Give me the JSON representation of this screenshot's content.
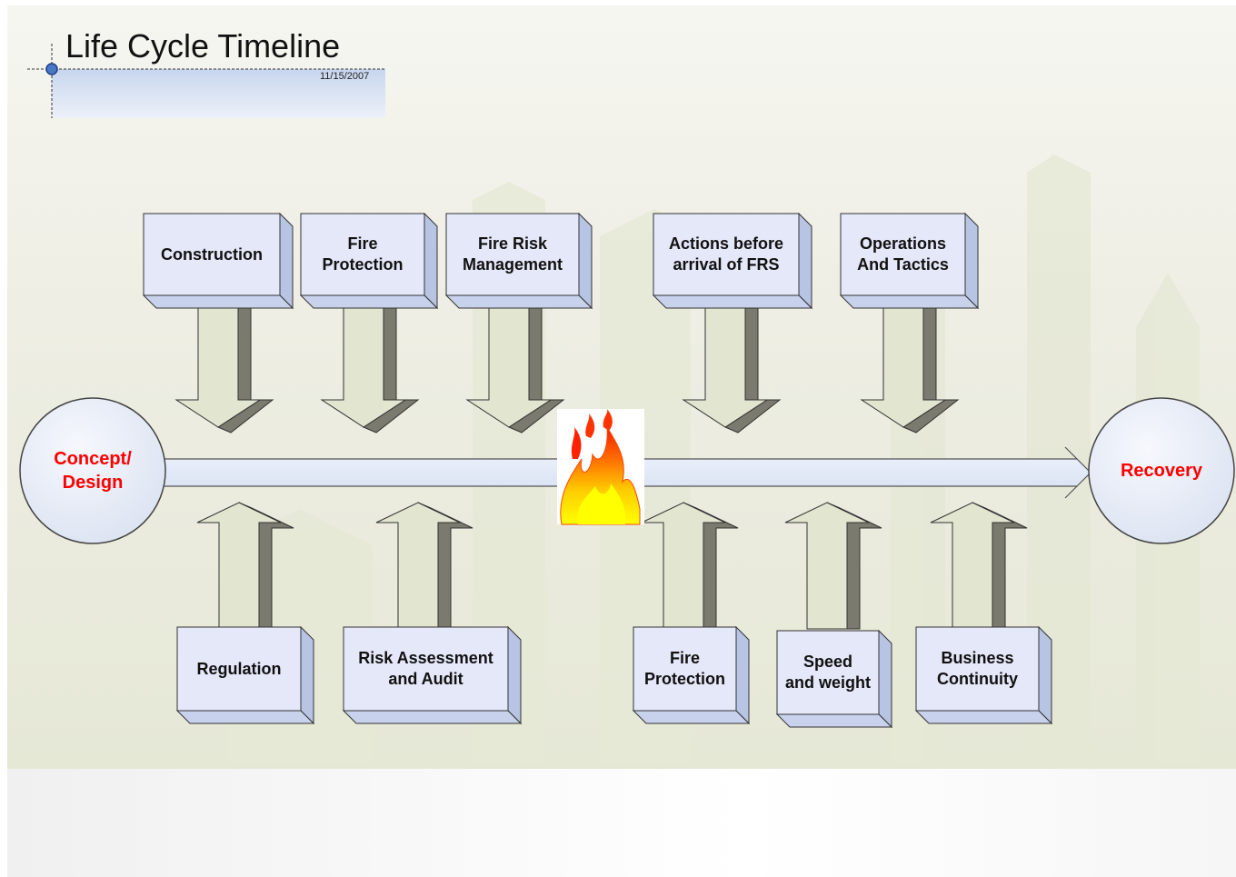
{
  "title": "Life Cycle Timeline",
  "date": "11/15/2007",
  "start_node": "Concept/\nDesign",
  "end_node": "Recovery",
  "fire_icon": "fire-icon",
  "top_boxes": [
    "Construction",
    "Fire\nProtection",
    "Fire Risk\nManagement",
    "Actions before\narrival of FRS",
    "Operations\nAnd Tactics"
  ],
  "bottom_boxes": [
    "Regulation",
    "Risk Assessment\nand Audit",
    "Fire\nProtection",
    "Speed\nand weight",
    "Business\nContinuity"
  ],
  "colors": {
    "node_text": "#ff0000",
    "box_front": "#e4e8f8",
    "box_side": "#b8c4e4",
    "arrow_light": "#e2e5d0",
    "arrow_dark": "#7a7a6e",
    "timeline_fill": "#e2ebf8"
  }
}
